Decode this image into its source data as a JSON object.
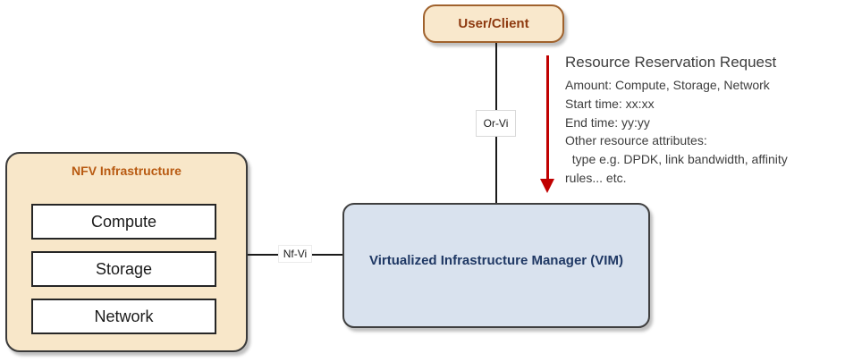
{
  "diagram": {
    "user_client": {
      "label": "User/Client"
    },
    "nfv_infrastructure": {
      "title": "NFV Infrastructure",
      "components": [
        {
          "label": "Compute"
        },
        {
          "label": "Storage"
        },
        {
          "label": "Network"
        }
      ]
    },
    "vim": {
      "label": "Virtualized Infrastructure Manager (VIM)"
    },
    "connectors": {
      "or_vi": {
        "label": "Or-Vi"
      },
      "nf_vi": {
        "label": "Nf-Vi"
      }
    },
    "annotation": {
      "title": "Resource Reservation Request",
      "lines": [
        "Amount: Compute, Storage, Network",
        "Start time: xx:xx",
        "End time: yy:yy",
        "Other resource attributes:",
        "  type e.g. DPDK, link bandwidth, affinity",
        "rules... etc."
      ]
    },
    "colors": {
      "cream_fill": "#f9e8cc",
      "cream_border": "#a0622d",
      "user_client_text": "#8e3a10",
      "nfvi_title_text": "#b85a11",
      "vim_fill": "#d9e2ee",
      "vim_text": "#1f3864",
      "arrow_red": "#c00000",
      "connector_black": "#1a1a1a"
    }
  }
}
